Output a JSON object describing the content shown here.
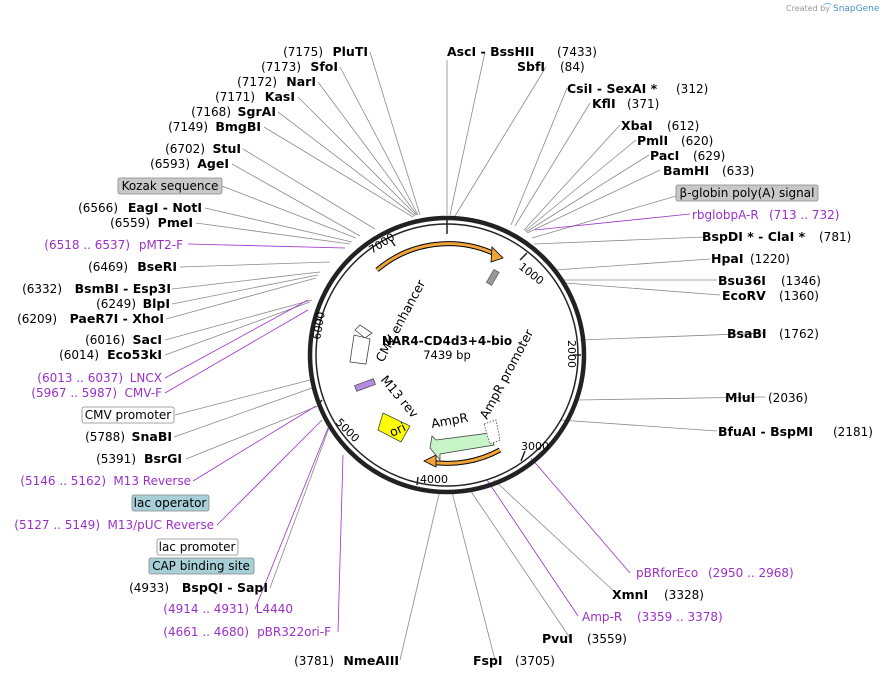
{
  "plasmid": {
    "name": "NAR4-CD4d3+4-bio",
    "size": "7439 bp"
  },
  "credit": {
    "text": "Created by",
    "brand": "SnapGene"
  },
  "ticks": [
    "1000",
    "2000",
    "3000",
    "4000",
    "5000",
    "6000",
    "7000"
  ],
  "enzymes": [
    {
      "name": "PluTI",
      "pos": "(7175)"
    },
    {
      "name": "SfoI",
      "pos": "(7173)"
    },
    {
      "name": "NarI",
      "pos": "(7172)"
    },
    {
      "name": "KasI",
      "pos": "(7171)"
    },
    {
      "name": "SgrAI",
      "pos": "(7168)"
    },
    {
      "name": "BmgBI",
      "pos": "(7149)"
    },
    {
      "name": "StuI",
      "pos": "(6702)"
    },
    {
      "name": "AgeI",
      "pos": "(6593)"
    },
    {
      "name": "EagI - NotI",
      "pos": "(6566)"
    },
    {
      "name": "PmeI",
      "pos": "(6559)"
    },
    {
      "name": "BseRI",
      "pos": "(6469)"
    },
    {
      "name": "BsmBI - Esp3I",
      "pos": "(6332)"
    },
    {
      "name": "BlpI",
      "pos": "(6249)"
    },
    {
      "name": "PaeR7I - XhoI",
      "pos": "(6209)"
    },
    {
      "name": "SacI",
      "pos": "(6016)"
    },
    {
      "name": "Eco53kI",
      "pos": "(6014)"
    },
    {
      "name": "SnaBI",
      "pos": "(5788)"
    },
    {
      "name": "BsrGI",
      "pos": "(5391)"
    },
    {
      "name": "BspQI - SapI",
      "pos": "(4933)"
    },
    {
      "name": "NmeAIII",
      "pos": "(3781)"
    },
    {
      "name": "FspI",
      "pos": "(3705)"
    },
    {
      "name": "PvuI",
      "pos": "(3559)"
    },
    {
      "name": "XmnI",
      "pos": "(3328)"
    },
    {
      "name": "BfuAI - BspMI",
      "pos": "(2181)"
    },
    {
      "name": "MluI",
      "pos": "(2036)"
    },
    {
      "name": "BsaBI",
      "pos": "(1762)"
    },
    {
      "name": "EcoRV",
      "pos": "(1360)"
    },
    {
      "name": "Bsu36I",
      "pos": "(1346)"
    },
    {
      "name": "HpaI",
      "pos": "(1220)"
    },
    {
      "name": "BspDI * - ClaI *",
      "pos": "(781)"
    },
    {
      "name": "BamHI",
      "pos": "(633)"
    },
    {
      "name": "PacI",
      "pos": "(629)"
    },
    {
      "name": "PmlI",
      "pos": "(620)"
    },
    {
      "name": "XbaI",
      "pos": "(612)"
    },
    {
      "name": "KflI",
      "pos": "(371)"
    },
    {
      "name": "CsiI - SexAI *",
      "pos": "(312)"
    },
    {
      "name": "SbfI",
      "pos": "(84)"
    },
    {
      "name": "AscI - BssHII",
      "pos": "(7433)"
    }
  ],
  "primers": [
    {
      "name": "pMT2-F",
      "pos": "(6518 .. 6537)"
    },
    {
      "name": "LNCX",
      "pos": "(6013 .. 6037)"
    },
    {
      "name": "CMV-F",
      "pos": "(5967 .. 5987)"
    },
    {
      "name": "M13 Reverse",
      "pos": "(5146 .. 5162)"
    },
    {
      "name": "M13/pUC Reverse",
      "pos": "(5127 .. 5149)"
    },
    {
      "name": "L4440",
      "pos": "(4914 .. 4931)"
    },
    {
      "name": "pBR322ori-F",
      "pos": "(4661 .. 4680)"
    },
    {
      "name": "rbglobpA-R",
      "pos": "(713 .. 732)"
    },
    {
      "name": "pBRforEco",
      "pos": "(2950 .. 2968)"
    },
    {
      "name": "Amp-R",
      "pos": "(3359 .. 3378)"
    }
  ],
  "boxes": [
    {
      "label": "Kozak sequence",
      "color": "#c8c8c8"
    },
    {
      "label": "CMV promoter",
      "color": "#ffffff"
    },
    {
      "label": "lac operator",
      "color": "#a6cfd8"
    },
    {
      "label": "lac promoter",
      "color": "#ffffff"
    },
    {
      "label": "CAP binding site",
      "color": "#a6cfd8"
    },
    {
      "label": "β-globin poly(A) signal",
      "color": "#c8c8c8"
    }
  ],
  "features": {
    "cmv_enhancer": "CMV enhancer",
    "ampr_promoter": "AmpR promoter",
    "m13_rev": "M13 rev",
    "ampr": "AmpR",
    "ori": "ori"
  },
  "colors": {
    "primer": "#9b30c9",
    "orange_arc": "#f0a33a",
    "ampr_fill": "#c8f5c8",
    "ori_fill": "#ffff00",
    "m13_fill": "#b48ce0"
  }
}
